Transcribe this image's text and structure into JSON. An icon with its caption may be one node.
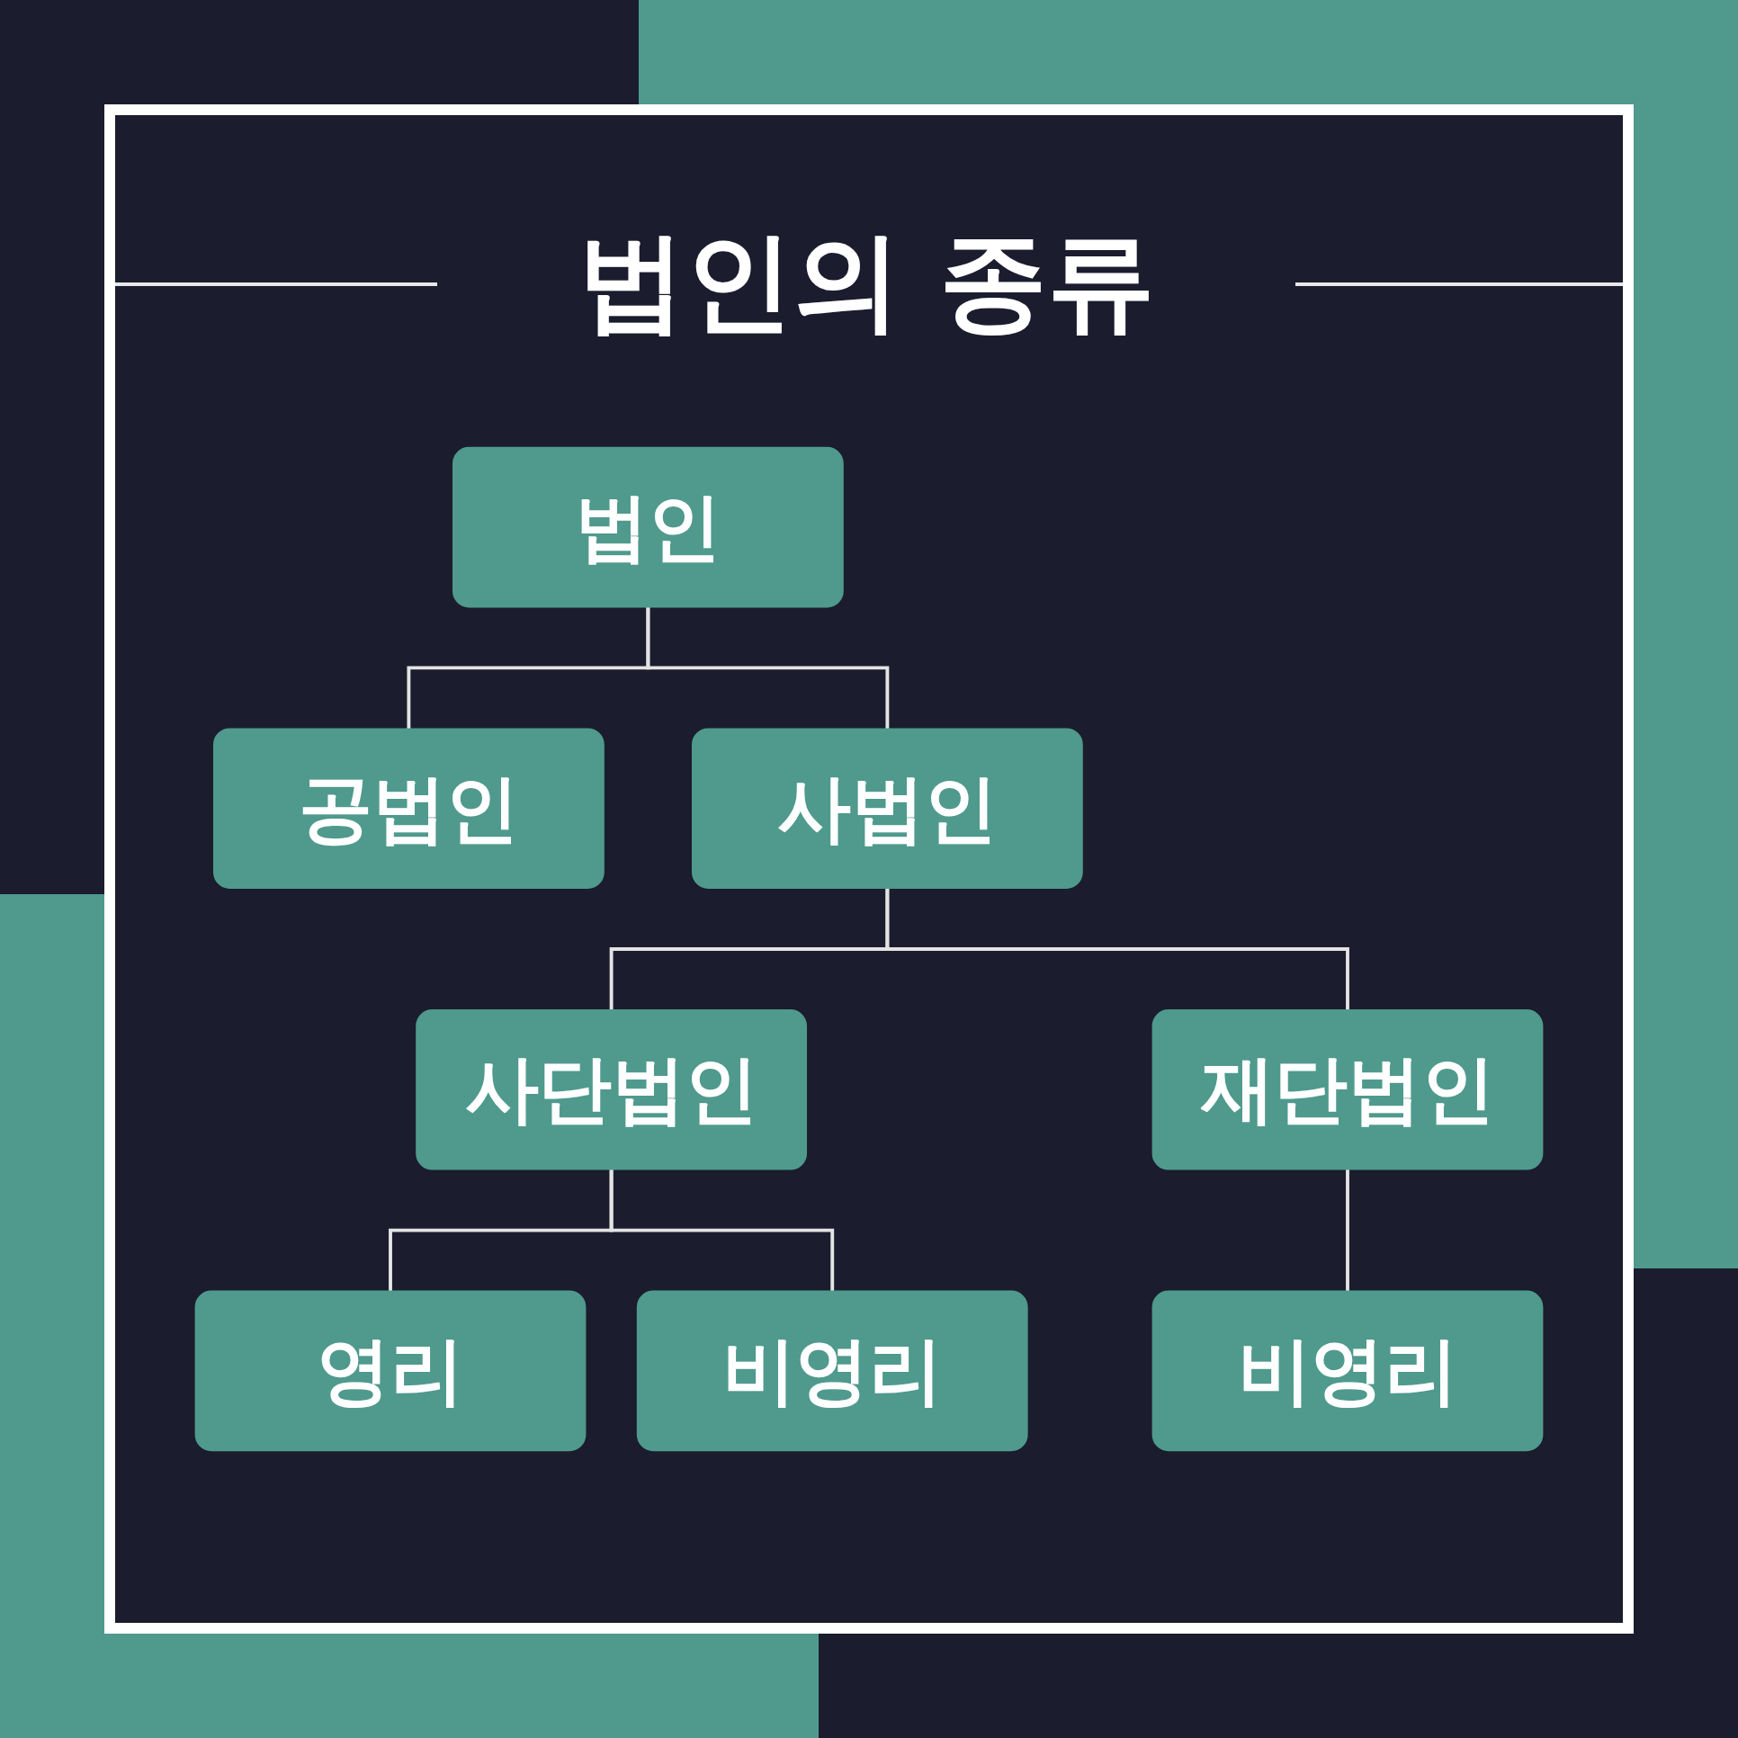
{
  "diagram": {
    "title": "법인의 종류",
    "nodes": [
      {
        "text": [
          "법인"
        ]
      },
      {
        "text": [
          "공법인"
        ]
      },
      {
        "text": [
          "사법인"
        ]
      },
      {
        "text": [
          "사단법인"
        ]
      },
      {
        "text": [
          "재단법인"
        ]
      },
      {
        "text": [
          "영리"
        ]
      },
      {
        "text": [
          "비영리"
        ]
      },
      {
        "text": [
          "비영리"
        ]
      }
    ],
    "edges": [
      {
        "from": 0,
        "to": 1,
        "arrow": "none"
      },
      {
        "from": 0,
        "to": 2,
        "arrow": "none"
      },
      {
        "from": 2,
        "to": 3,
        "arrow": "none"
      },
      {
        "from": 2,
        "to": 4,
        "arrow": "none"
      },
      {
        "from": 3,
        "to": 5,
        "arrow": "none"
      },
      {
        "from": 3,
        "to": 6,
        "arrow": "none"
      },
      {
        "from": 4,
        "to": 7,
        "arrow": "none"
      }
    ]
  }
}
